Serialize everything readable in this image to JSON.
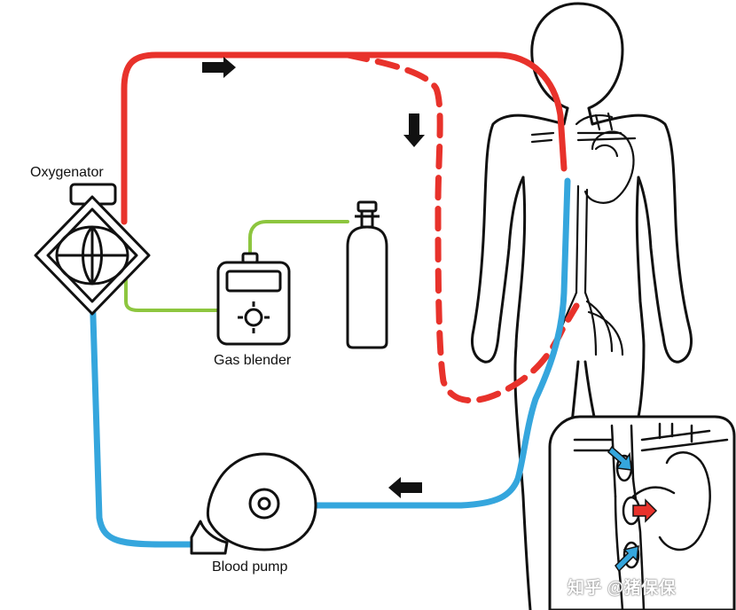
{
  "labels": {
    "oxygenator": "Oxygenator",
    "gas_blender": "Gas blender",
    "blood_pump": "Blood pump"
  },
  "watermark": "知乎 @猪保保",
  "colors": {
    "oxygenated_line": "#e8322b",
    "deoxygenated_line": "#35a6dd",
    "gas_line": "#8dc63f",
    "outline": "#111111",
    "arrow": "#111111"
  }
}
